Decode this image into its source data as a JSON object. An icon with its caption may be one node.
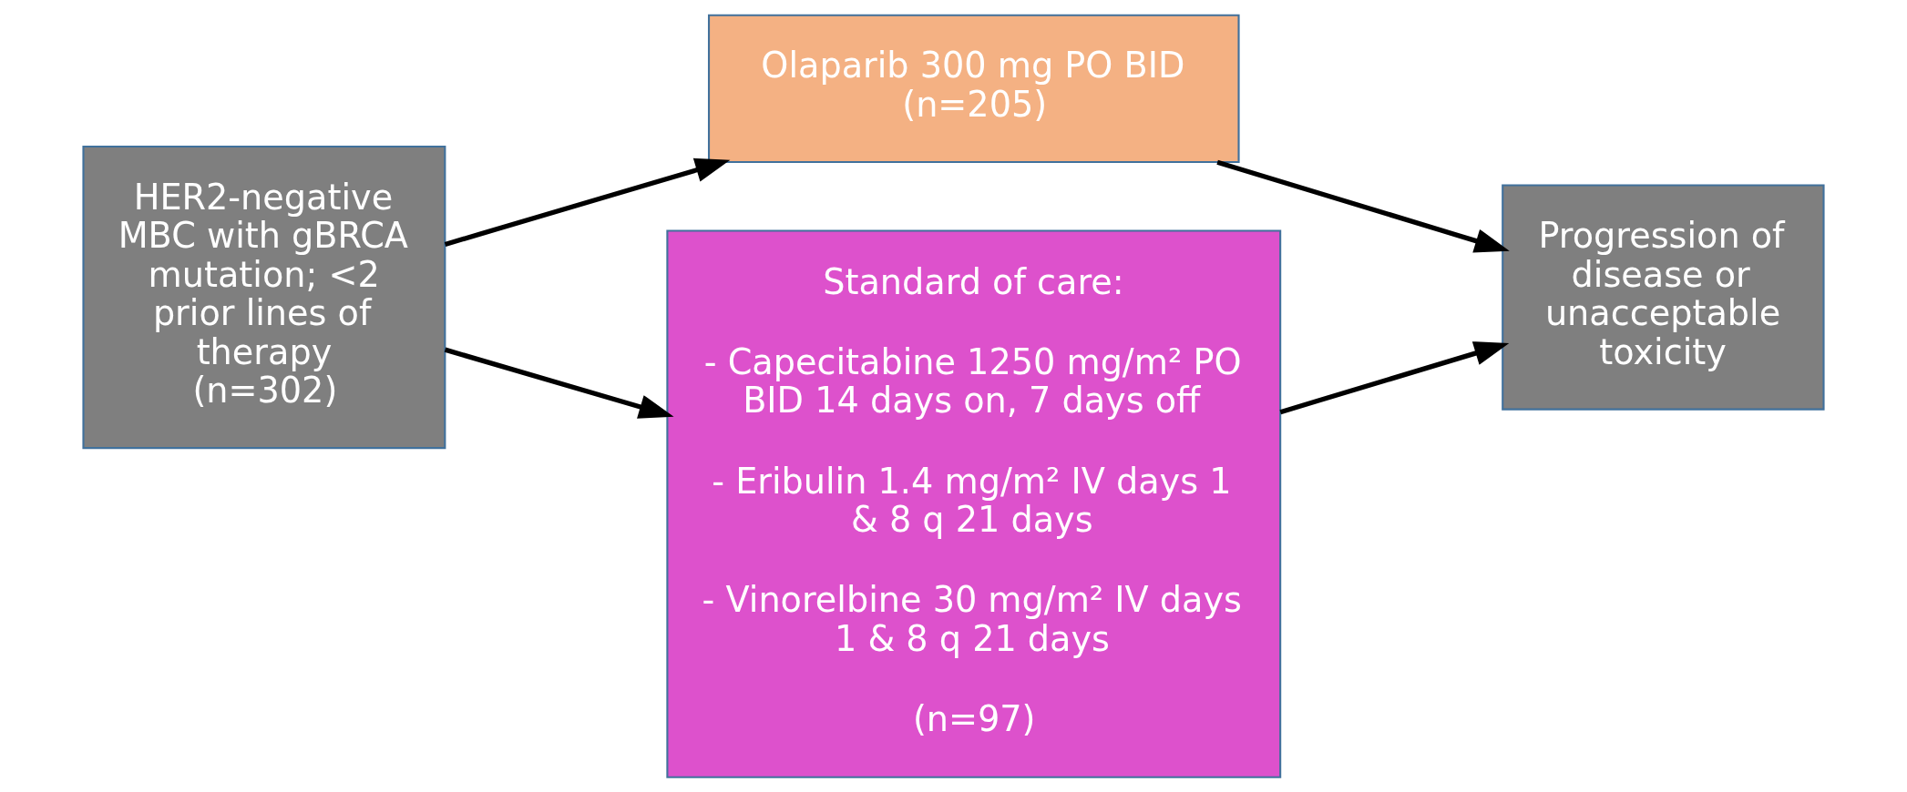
{
  "diagram": {
    "nodes": [
      {
        "text": [
          "HER2-negative MBC with gBRCA mutation; <2 prior lines of therapy",
          "(n=302)"
        ]
      },
      {
        "text": [
          "Olaparib 300 mg PO BID",
          "(n=205)"
        ]
      },
      {
        "text": [
          "Standard of care:",
          "- Capecitabine 1250 mg/m² PO BID 14 days on, 7 days off",
          "- Eribulin 1.4 mg/m² IV days 1 & 8 q 21 days",
          "- Vinorelbine 30 mg/m² IV days 1 & 8 q 21 days",
          "(n=97)"
        ]
      },
      {
        "text": [
          "Progression of disease or unacceptable toxicity"
        ]
      }
    ],
    "edges": [
      {
        "from": 0,
        "to": 1,
        "arrow": "to"
      },
      {
        "from": 0,
        "to": 2,
        "arrow": "to"
      },
      {
        "from": 1,
        "to": 3,
        "arrow": "to"
      },
      {
        "from": 2,
        "to": 3,
        "arrow": "to"
      }
    ]
  }
}
